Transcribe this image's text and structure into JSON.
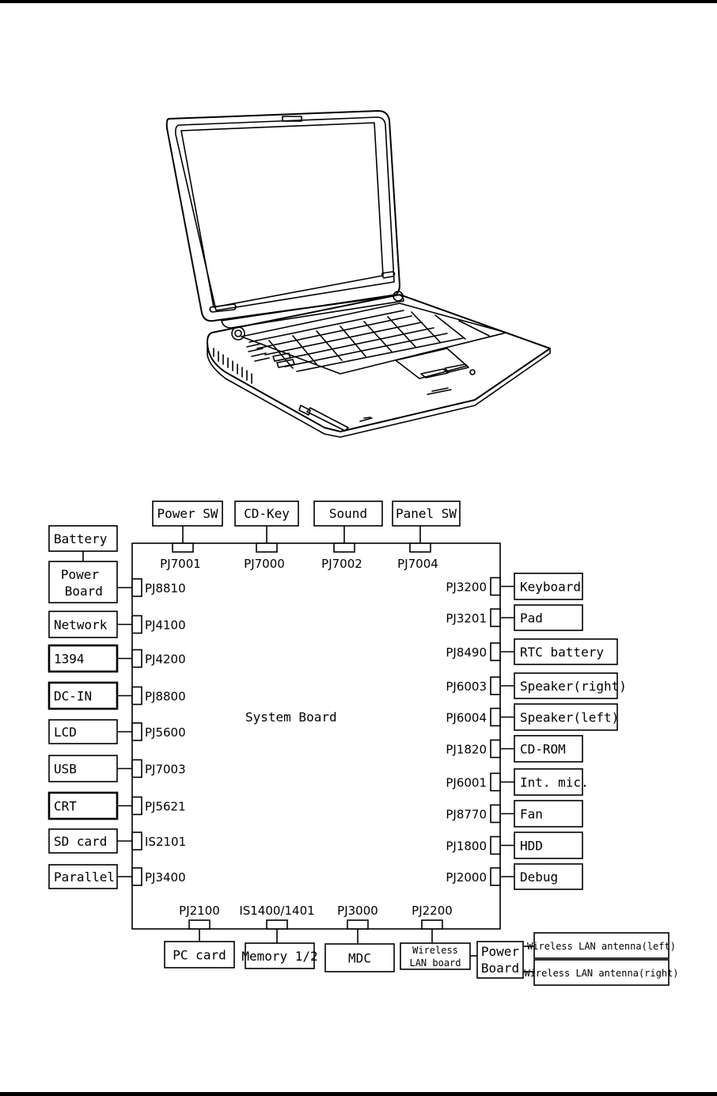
{
  "board": {
    "label": "System Board"
  },
  "top": [
    {
      "device": "Power SW",
      "connector": "PJ7001"
    },
    {
      "device": "CD-Key",
      "connector": "PJ7000"
    },
    {
      "device": "Sound",
      "connector": "PJ7002"
    },
    {
      "device": "Panel SW",
      "connector": "PJ7004"
    }
  ],
  "left": [
    {
      "device": "Battery",
      "connector": ""
    },
    {
      "device": "Power Board",
      "connector": "PJ8810"
    },
    {
      "device": "Network",
      "connector": "PJ4100"
    },
    {
      "device": "1394",
      "connector": "PJ4200"
    },
    {
      "device": "DC-IN",
      "connector": "PJ8800"
    },
    {
      "device": "LCD",
      "connector": "PJ5600"
    },
    {
      "device": "USB",
      "connector": "PJ7003"
    },
    {
      "device": "CRT",
      "connector": "PJ5621"
    },
    {
      "device": "SD card",
      "connector": "IS2101"
    },
    {
      "device": "Parallel",
      "connector": "PJ3400"
    }
  ],
  "right": [
    {
      "device": "Keyboard",
      "connector": "PJ3200"
    },
    {
      "device": "Pad",
      "connector": "PJ3201"
    },
    {
      "device": "RTC battery",
      "connector": "PJ8490"
    },
    {
      "device": "Speaker(right)",
      "connector": "PJ6003"
    },
    {
      "device": "Speaker(left)",
      "connector": "PJ6004"
    },
    {
      "device": "CD-ROM",
      "connector": "PJ1820"
    },
    {
      "device": "Int. mic.",
      "connector": "PJ6001"
    },
    {
      "device": "Fan",
      "connector": "PJ8770"
    },
    {
      "device": "HDD",
      "connector": "PJ1800"
    },
    {
      "device": "Debug",
      "connector": "PJ2000"
    }
  ],
  "bottom": [
    {
      "device": "PC card",
      "connector": "PJ2100"
    },
    {
      "device": "Memory 1/2",
      "connector": "IS1400/1401"
    },
    {
      "device": "MDC",
      "connector": "PJ3000"
    },
    {
      "device": "Wireless LAN board",
      "connector": "PJ2200"
    }
  ],
  "wireless": {
    "power_board": "Power Board",
    "antenna_left": "Wireless LAN antenna(left)",
    "antenna_right": "Wireless LAN antenna(right)"
  }
}
